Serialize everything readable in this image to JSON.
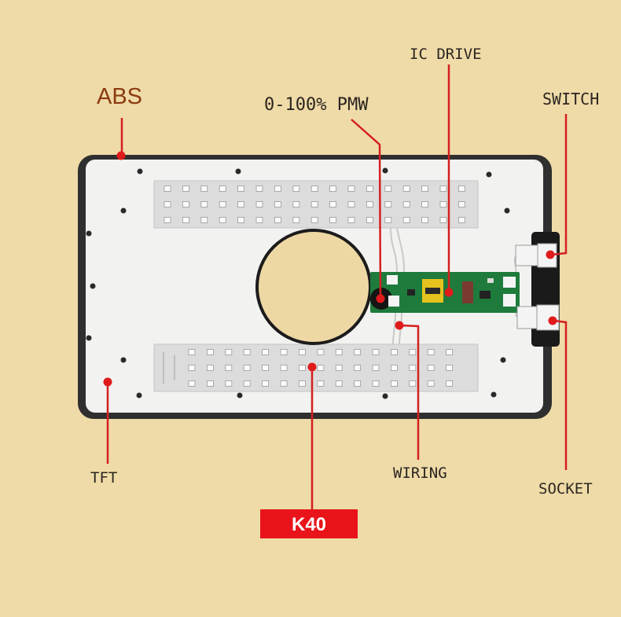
{
  "labels": {
    "abs": "ABS",
    "pwm": "0-100% PMW",
    "ic_drive": "IC DRIVE",
    "switch": "SWITCH",
    "socket": "SOCKET",
    "wiring": "WIRING",
    "tft": "TFT",
    "model": "K40"
  },
  "colors": {
    "background": "#EFDBA8",
    "callout": "#D42020",
    "model_badge": "#E8141A",
    "abs_label": "#8B3A10"
  }
}
